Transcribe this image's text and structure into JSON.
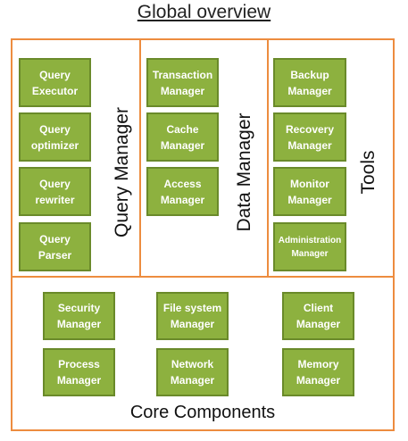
{
  "title": "Global overview",
  "panels": {
    "query": {
      "label": "Query Manager",
      "boxes": [
        "Query\nExecutor",
        "Query\noptimizer",
        "Query\nrewriter",
        "Query\nParser"
      ]
    },
    "data": {
      "label": "Data Manager",
      "boxes": [
        "Transaction\nManager",
        "Cache\nManager",
        "Access\nManager"
      ]
    },
    "tools": {
      "label": "Tools",
      "boxes": [
        "Backup\nManager",
        "Recovery\nManager",
        "Monitor\nManager",
        "Administration\nManager"
      ]
    },
    "core": {
      "label": "Core Components",
      "boxes": [
        "Security\nManager",
        "File system\nManager",
        "Client\nManager",
        "Process\nManager",
        "Network\nManager",
        "Memory\nManager"
      ]
    }
  },
  "colors": {
    "frame": "#ed8c3f",
    "box_fill": "#8db13f",
    "box_border": "#6a8a2a"
  }
}
